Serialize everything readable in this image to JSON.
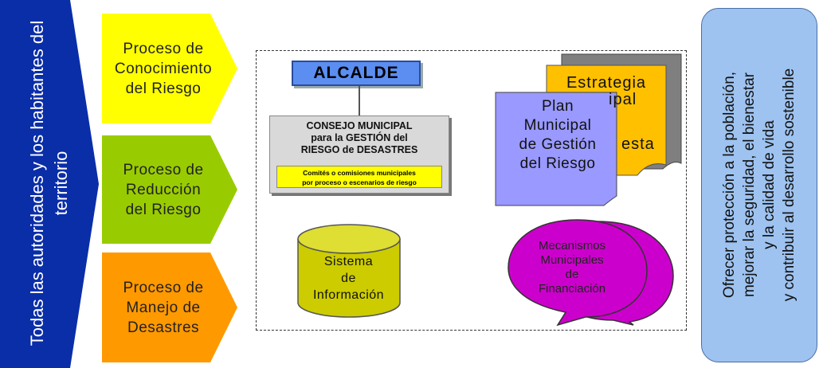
{
  "left_arrow": {
    "label": "Todas las autoridades y los habitantes del territorio",
    "color": "#0a2ea8"
  },
  "processes": [
    {
      "label": "Proceso de\nConocimiento\ndel Riesgo",
      "color": "#ffff00"
    },
    {
      "label": "Proceso de\nReducción\ndel Riesgo",
      "color": "#99cc00"
    },
    {
      "label": "Proceso de\nManejo de\nDesastres",
      "color": "#ff9900"
    }
  ],
  "center": {
    "alcalde": "ALCALDE",
    "consejo": {
      "title": "CONSEJO MUNICIPAL\npara la GESTIÓN del\nRIESGO de DESASTRES",
      "comites": "Comités o comisiones municipales\npor proceso o escenarios de riesgo"
    },
    "sistema": "Sistema\nde\nInformación",
    "estrategia_visible": "Estrategia",
    "estrategia_fragments": [
      "ipal",
      "esta"
    ],
    "plan": "Plan\nMunicipal\nde Gestión\ndel Riesgo",
    "mecanismos": "Mecanismos\nMunicipales\nde\nFinanciación"
  },
  "right_box": {
    "label": "Ofrecer protección a la población,\nmejorar la seguridad, el bienestar\ny la calidad de vida\ny contribuir al  desarrollo sostenible",
    "color": "#9ec3f0"
  }
}
